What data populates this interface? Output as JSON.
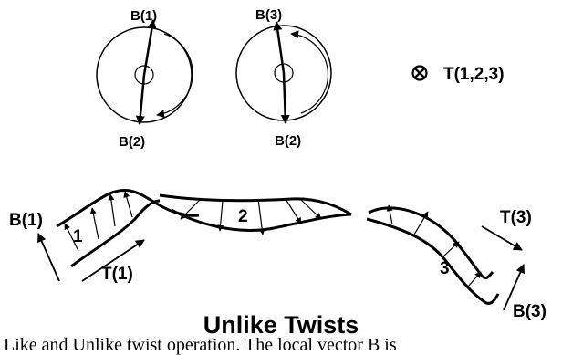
{
  "labels": {
    "disk1_top": "B(1)",
    "disk1_bottom": "B(2)",
    "disk2_top": "B(3)",
    "disk2_bottom": "B(2)",
    "legend_text": "T(1,2,3)",
    "ribbon_b1": "B(1)",
    "ribbon_seg1": "1",
    "ribbon_t1": "T(1)",
    "ribbon_seg2": "2",
    "ribbon_t3": "T(3)",
    "ribbon_seg3": "3",
    "ribbon_b3": "B(3)"
  },
  "title": "Unlike Twists",
  "caption": "Like and Unlike twist operation. The local vector B is"
}
